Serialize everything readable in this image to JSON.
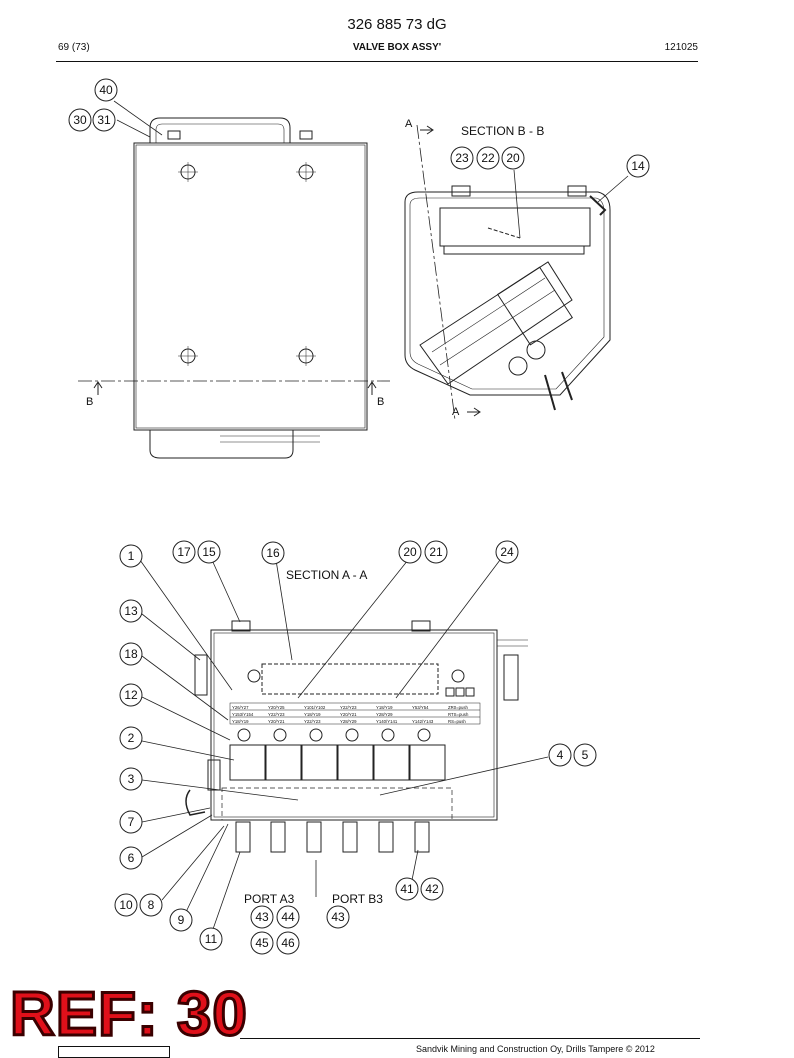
{
  "header": {
    "doc_number": "326 885 73 dG",
    "page": "69 (73)",
    "title": "VALVE BOX ASSY'",
    "date": "121025"
  },
  "sections": {
    "bb": "SECTION B - B",
    "aa": "SECTION A - A"
  },
  "cut_markers": {
    "a": "A",
    "b": "B"
  },
  "port_labels": {
    "a3": "PORT A3",
    "b3": "PORT B3"
  },
  "callouts": {
    "c40": "40",
    "c30": "30",
    "c31": "31",
    "c23": "23",
    "c22": "22",
    "c20": "20",
    "c14": "14",
    "c1": "1",
    "c17": "17",
    "c15": "15",
    "c16": "16",
    "c20b": "20",
    "c21": "21",
    "c24": "24",
    "c13": "13",
    "c18": "18",
    "c12": "12",
    "c2": "2",
    "c3": "3",
    "c4": "4",
    "c5": "5",
    "c7": "7",
    "c6": "6",
    "c41": "41",
    "c42": "42",
    "c10": "10",
    "c8": "8",
    "c9": "9",
    "c11": "11",
    "c43a": "43",
    "c44": "44",
    "c43b": "43",
    "c45": "45",
    "c46": "46"
  },
  "label_table": {
    "rows": [
      [
        "Y26/Y27",
        "Y20/Y25",
        "Y101/Y102",
        "Y22/Y23",
        "Y18/Y19",
        "Y53/Y54",
        "ZR0=push"
      ],
      [
        "Y153/Y154",
        "Y22/Y23",
        "Y18/Y19",
        "Y20/Y21",
        "Y28/Y29",
        "",
        "RTS=push"
      ],
      [
        "Y18/Y19",
        "Y20/Y21",
        "Y22/Y23",
        "Y28/Y29",
        "Y140/Y141",
        "Y142/Y143",
        "RS=push"
      ]
    ]
  },
  "stamp": {
    "text": "REF: 30",
    "color": "#e0101a"
  },
  "footer": {
    "text": "Sandvik Mining and Construction Oy, Drills Tampere © 2012"
  }
}
